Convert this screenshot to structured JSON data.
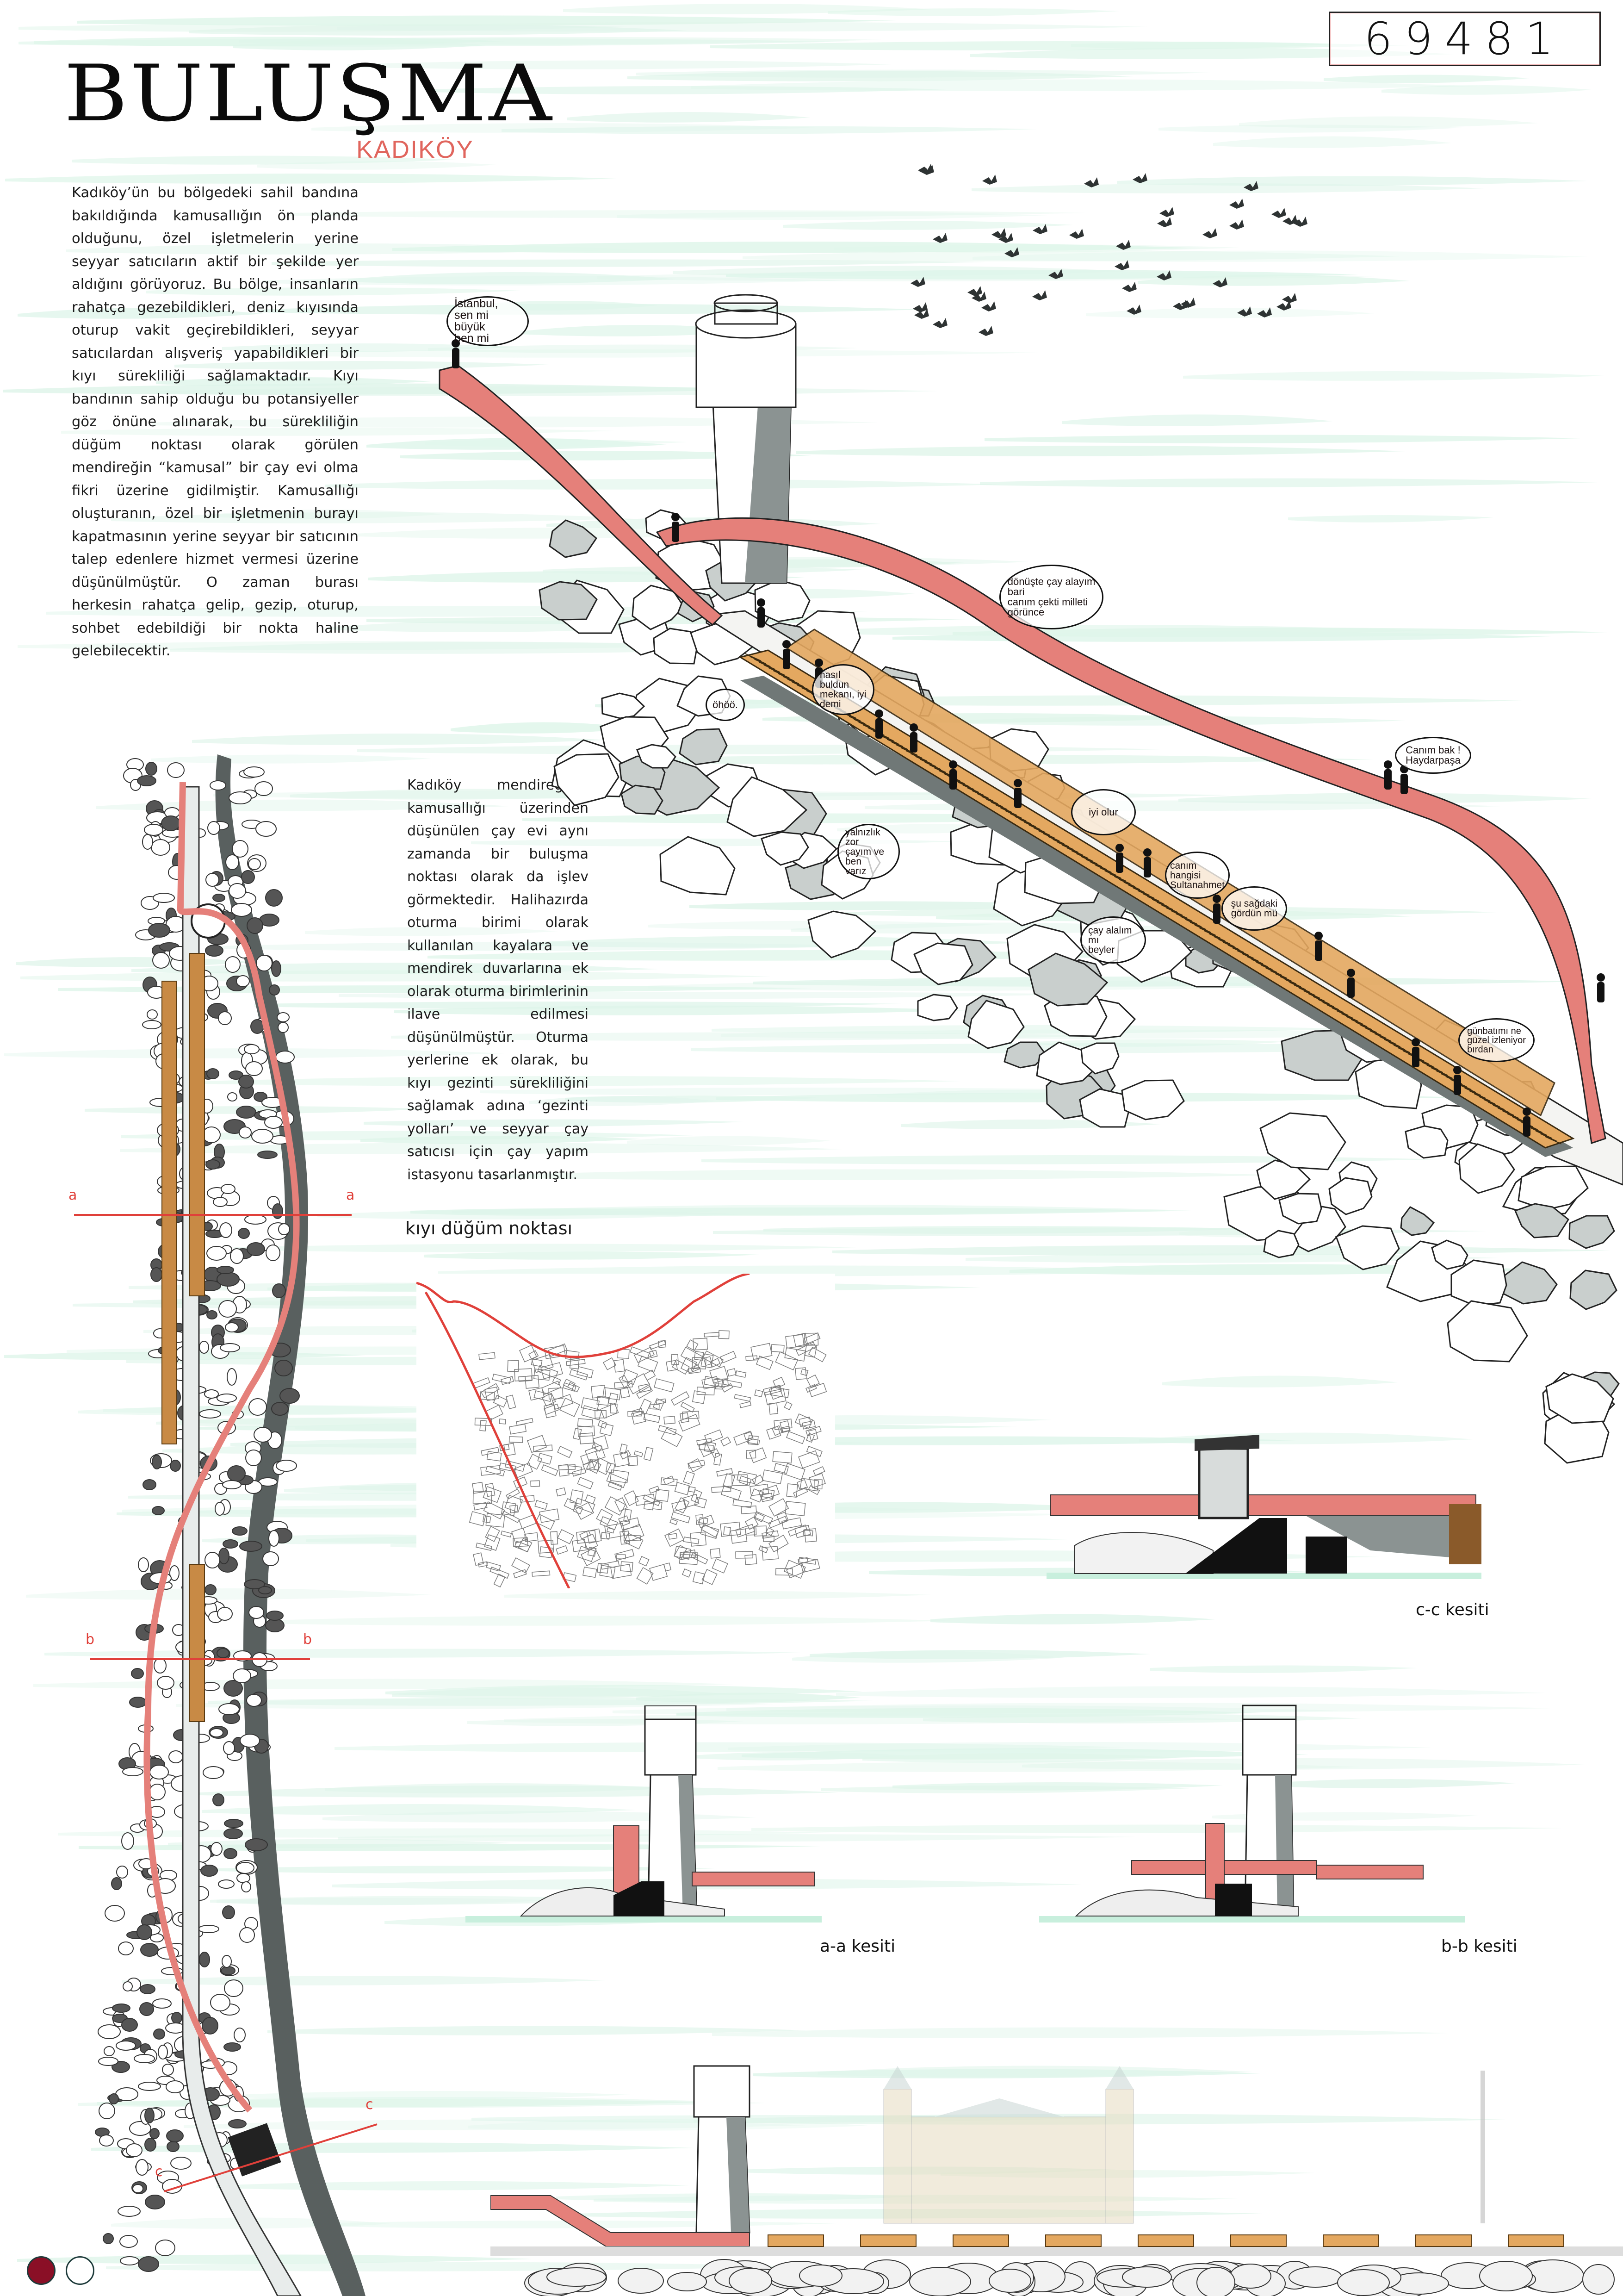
{
  "project_number": "69481",
  "title": "BULUŞMA",
  "subtitle": "KADIKÖY",
  "paragraph_1": "Kadıköy’ün bu bölgedeki sahil bandına bakıldığında kamusallığın ön planda olduğunu, özel işletmelerin yerine seyyar satıcıların aktif bir şekilde yer aldığını görüyoruz. Bu bölge, insanların rahatça gezebildikleri, deniz kıyısında oturup vakit geçirebildikleri, seyyar satıcılardan alışveriş yapabildikleri bir kıyı sürekliliği sağlamaktadır. Kıyı bandının sahip olduğu bu potansiyeller göz önüne alınarak, bu sürekliliğin düğüm noktası olarak görülen mendireğin “kamusal” bir çay evi olma fikri üzerine gidilmiştir. Kamusallığı oluşturanın, özel bir işletmenin burayı kapatmasının yerine seyyar bir satıcının talep edenlere hizmet vermesi üzerine düşünülmüştür. O zaman burası herkesin rahatça gelip, gezip, oturup, sohbet edebildiği bir nokta haline gelebilecektir.",
  "paragraph_2": "Kadıköy mendireğinin kamusallığı üzerinden düşünülen çay evi aynı zamanda bir buluşma noktası olarak da işlev görmektedir. Halihazırda oturma birimi olarak kullanılan kayalara ve mendirek duvarlarına ek olarak oturma birimlerinin ilave edilmesi düşünülmüştür. Oturma yerlerine ek olarak, bu kıyı gezinti sürekliliğini sağlamak adına ‘gezinti yolları’ ve seyyar çay satıcısı için çay yapım istasyonu tasarlanmıştır.",
  "map_label": "kıyı düğüm noktası",
  "speech_bubbles": [
    "İstanbul,\nsen mi büyük\nben mi",
    "dönüşte çay alayım\nbari\ncanım çekti milleti\ngörünce",
    "nasıl buldun\nmekanı, iyi demi",
    "öhöö.",
    "yalnızlık zor\nçayım ve ben\nvarız",
    "iyi olur",
    "canım hangisi\nSultanahmet",
    "şu sağdaki\ngördün mü",
    "çay alalım mı\nbeyler",
    "Canım bak !\nHaydarpaşa",
    "günbatımı ne\ngüzel izleniyor\nbırdan"
  ],
  "section_markers": {
    "a": "a",
    "b": "b",
    "c": "c"
  },
  "section_labels": {
    "cc": "c-c kesiti",
    "aa": "a-a kesiti",
    "bb": "b-b kesiti"
  },
  "colors": {
    "accent_red": "#e0655d",
    "walkway": "#e5807a",
    "wood": "#e4a860",
    "rock_shadow": "#7c8583",
    "water": "#dff5ea",
    "page_dot_active": "#8a0f26"
  },
  "pagination": {
    "current": 1,
    "total": 2
  }
}
